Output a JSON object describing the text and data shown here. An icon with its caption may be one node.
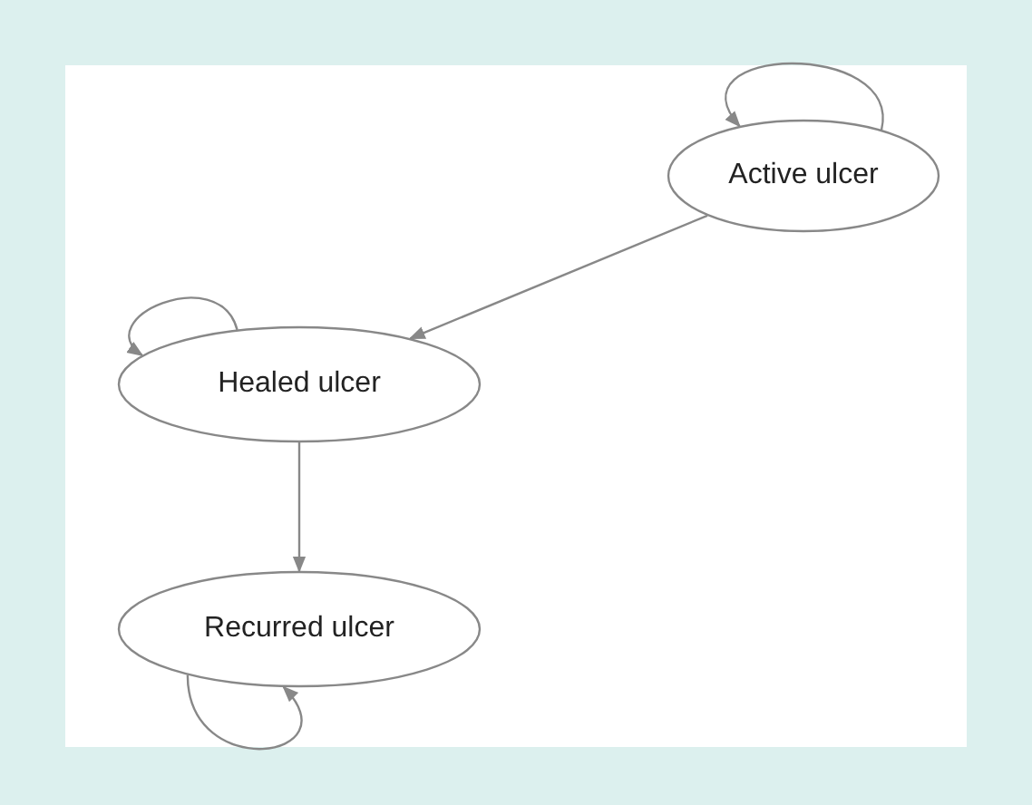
{
  "diagram": {
    "nodes": [
      {
        "text": [
          "Active ulcer"
        ]
      },
      {
        "text": [
          "Healed ulcer"
        ]
      },
      {
        "text": [
          "Recurred ulcer"
        ]
      }
    ],
    "edges": [
      {
        "from": 0,
        "to": 0,
        "arrow": "to"
      },
      {
        "from": 0,
        "to": 1,
        "arrow": "to"
      },
      {
        "from": 1,
        "to": 1,
        "arrow": "to"
      },
      {
        "from": 1,
        "to": 2,
        "arrow": "to"
      },
      {
        "from": 2,
        "to": 2,
        "arrow": "to"
      }
    ]
  }
}
